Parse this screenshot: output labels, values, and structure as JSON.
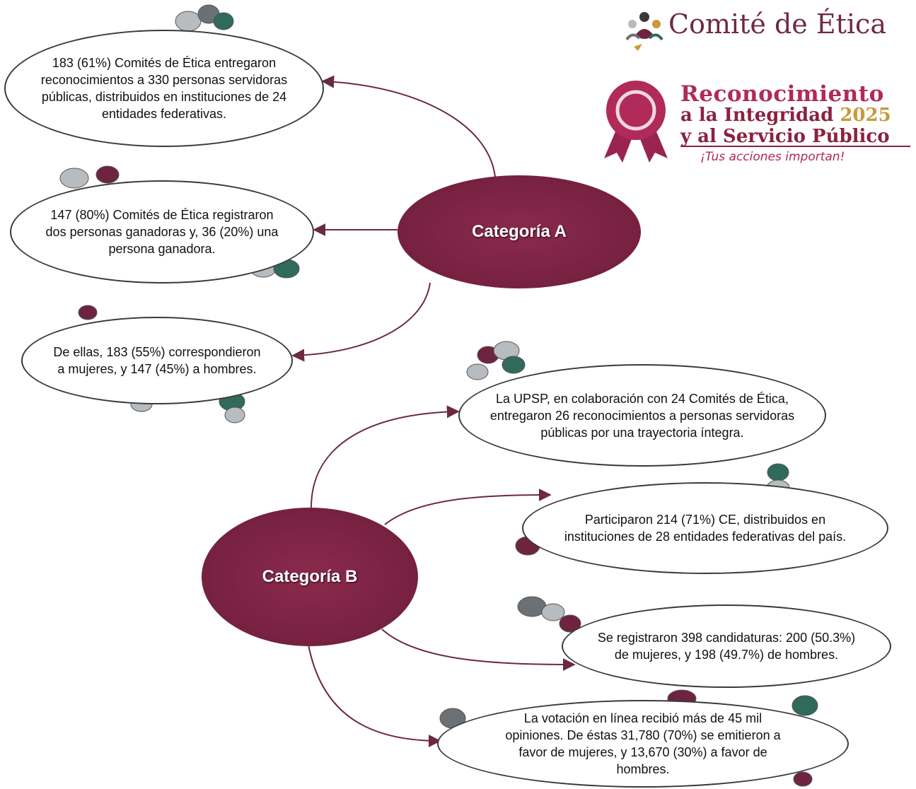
{
  "header": {
    "title": "Comité de Ética",
    "icon": "committee-people-icon"
  },
  "award": {
    "line1": "Reconocimiento",
    "line2_prefix": "a la Integridad ",
    "line2_year": "2025",
    "line3": "y al Servicio Público",
    "tagline": "¡Tus acciones importan!",
    "icon": "ribbon-rosette-icon"
  },
  "colors": {
    "category_fill": "#7a2242",
    "award_title": "#b02a5a",
    "year": "#c79a3a",
    "dot_gray": "#b7bcc0",
    "dot_dark": "#6b7074",
    "dot_green": "#2f6a5b",
    "dot_maroon": "#6e2440"
  },
  "category_a": {
    "label": "Categoría A",
    "items": [
      "183 (61%) Comités de Ética entregaron reconocimientos a 330 personas servidoras públicas, distribuidos en instituciones de 24 entidades federativas.",
      "147 (80%) Comités de Ética registraron dos personas ganadoras y, 36 (20%) una persona ganadora.",
      "De ellas, 183 (55%) correspondieron a mujeres, y 147 (45%) a hombres."
    ]
  },
  "category_b": {
    "label": "Categoría B",
    "items": [
      "La UPSP, en colaboración con 24 Comités de Ética, entregaron 26 reconocimientos a personas servidoras públicas por una trayectoria íntegra.",
      "Participaron 214 (71%) CE, distribuidos en instituciones de 28 entidades federativas del país.",
      "Se registraron 398 candidaturas: 200 (50.3%) de mujeres, y 198 (49.7%) de hombres.",
      "La votación en línea recibió más de 45 mil opiniones. De éstas 31,780 (70%) se emitieron a favor de mujeres, y 13,670 (30%) a favor de hombres."
    ]
  }
}
